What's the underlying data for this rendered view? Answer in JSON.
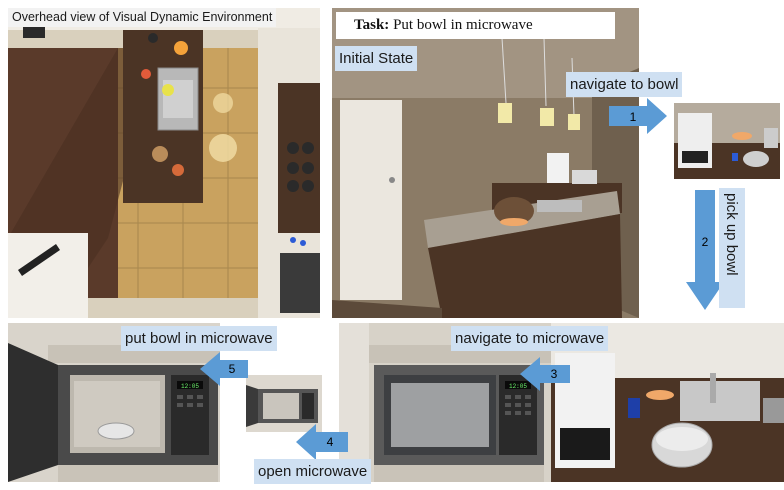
{
  "overhead_title": "Overhead view of Visual Dynamic Environment",
  "task": {
    "prefix": "Task:",
    "text": " Put bowl in microwave"
  },
  "initial_state": "Initial State",
  "steps": [
    {
      "num": "1",
      "label": "navigate to bowl"
    },
    {
      "num": "2",
      "label": "pick up bowl"
    },
    {
      "num": "3",
      "label": "navigate to microwave"
    },
    {
      "num": "4",
      "label": "open microwave"
    },
    {
      "num": "5",
      "label": "put bowl in microwave"
    }
  ],
  "microwave_display": "12:05",
  "colors": {
    "label_bg": "#cfe0f2",
    "arrow": "#5b9bd5"
  }
}
